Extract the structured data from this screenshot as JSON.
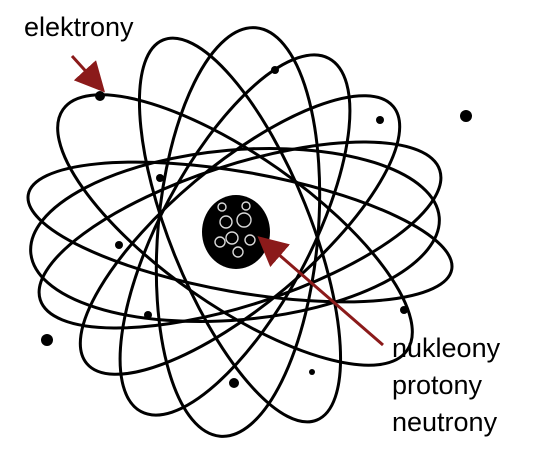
{
  "labels": {
    "electrons": "elektrony",
    "nucleons": "nukleony",
    "protons": "protony",
    "neutrons": "neutrony"
  },
  "colors": {
    "orbit": "#000000",
    "arrow": "#8b1a1a",
    "nucleus": "#000000",
    "background": "#ffffff"
  }
}
